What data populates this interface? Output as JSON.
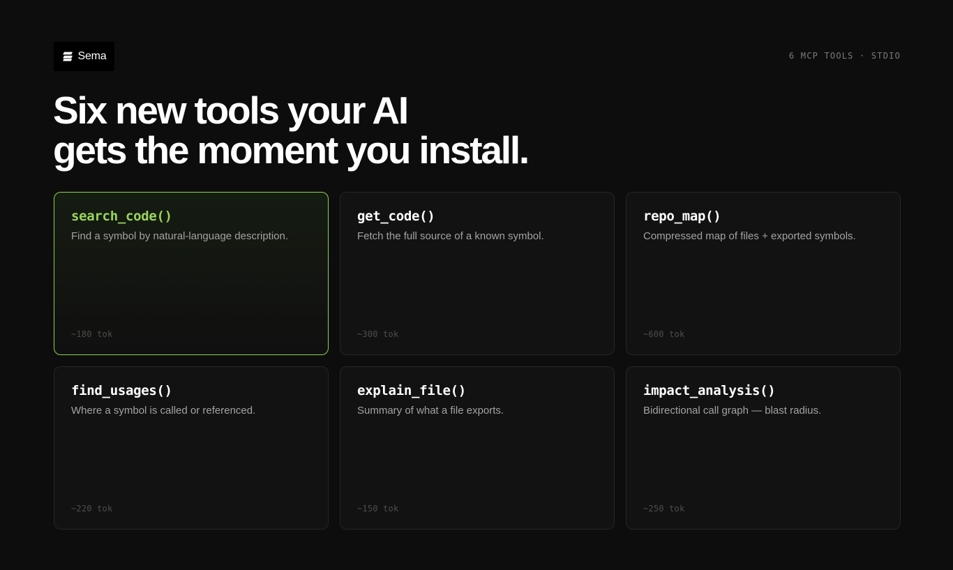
{
  "brand": {
    "name": "Sema",
    "icon": "sema-logo-icon"
  },
  "meta": "6 MCP TOOLS · STDIO",
  "headline": {
    "line1": "Six new tools your AI",
    "line2": "gets the moment you install."
  },
  "colors": {
    "accent": "#9ad65a",
    "background": "#0d0d0d",
    "card": "#121212"
  },
  "tools": [
    {
      "name": "search_code()",
      "description": "Find a symbol by natural-language description.",
      "tokens": "~180 tok",
      "active": true
    },
    {
      "name": "get_code()",
      "description": "Fetch the full source of a known symbol.",
      "tokens": "~300 tok",
      "active": false
    },
    {
      "name": "repo_map()",
      "description": "Compressed map of files + exported symbols.",
      "tokens": "~600 tok",
      "active": false
    },
    {
      "name": "find_usages()",
      "description": "Where a symbol is called or referenced.",
      "tokens": "~220 tok",
      "active": false
    },
    {
      "name": "explain_file()",
      "description": "Summary of what a file exports.",
      "tokens": "~150 tok",
      "active": false
    },
    {
      "name": "impact_analysis()",
      "description": "Bidirectional call graph — blast radius.",
      "tokens": "~250 tok",
      "active": false
    }
  ]
}
